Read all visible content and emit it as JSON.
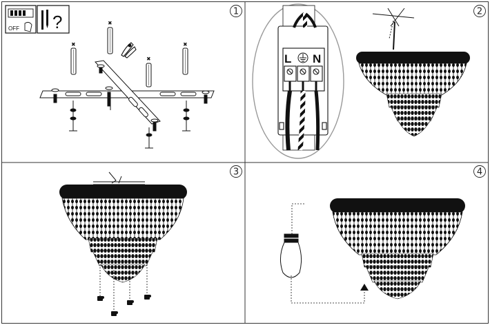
{
  "panels": [
    {
      "number": "1"
    },
    {
      "number": "2"
    },
    {
      "number": "3"
    },
    {
      "number": "4"
    }
  ],
  "switch_icon": {
    "state_label": "OFF"
  },
  "tools_icon": {
    "symbol": "?"
  },
  "terminal_block": {
    "labels": [
      "L",
      "N"
    ]
  },
  "colors": {
    "line": "#111111",
    "background": "#ffffff",
    "border": "#333333"
  }
}
